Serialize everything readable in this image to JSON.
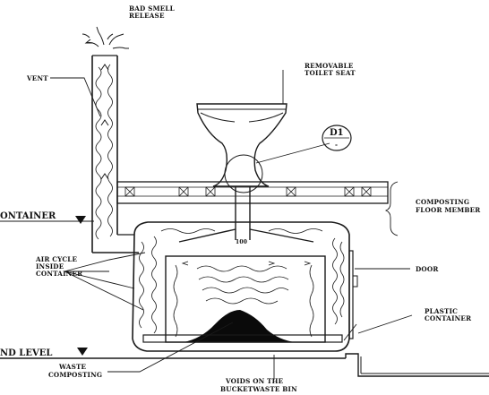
{
  "labels": {
    "bad_smell_1": "BAD SMELL",
    "bad_smell_2": "RELEASE",
    "vent": "VENT",
    "removable_1": "REMOVABLE",
    "removable_2": "TOILET SEAT",
    "detail_id": "D1",
    "detail_sub": "-",
    "composting_1": "COMPOSTING",
    "composting_2": "FLOOR MEMBER",
    "container_level": "ONTAINER",
    "door": "DOOR",
    "air_cycle_1": "AIR CYCLE",
    "air_cycle_2": "INSIDE",
    "air_cycle_3": "CONTAINER",
    "plastic_1": "PLASTIC",
    "plastic_2": "CONTAINER",
    "ground_level": "ND LEVEL",
    "waste_1": "WASTE",
    "waste_2": "COMPOSTING",
    "voids_1": "VOIDS ON THE",
    "voids_2": "BUCKETWASTE BIN",
    "pipe_dim": "100"
  }
}
